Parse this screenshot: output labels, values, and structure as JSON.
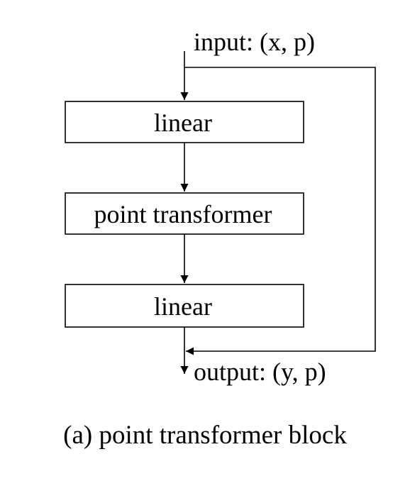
{
  "diagram": {
    "input_label": "input: (x, p)",
    "output_label": "output: (y, p)",
    "blocks": [
      {
        "label": "linear"
      },
      {
        "label": "point transformer"
      },
      {
        "label": "linear"
      }
    ],
    "caption": "(a) point transformer block"
  },
  "colors": {
    "stroke": "#000000",
    "text": "#000000",
    "background": "#ffffff"
  }
}
